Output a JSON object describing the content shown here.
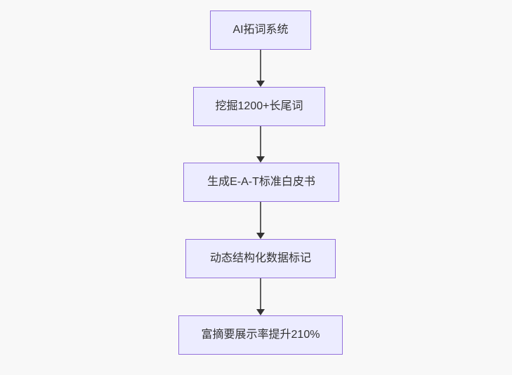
{
  "diagram": {
    "type": "flowchart",
    "direction": "top-down",
    "nodes": [
      {
        "id": "A",
        "label": "AI拓词系统"
      },
      {
        "id": "B",
        "label": "挖掘1200+长尾词"
      },
      {
        "id": "C",
        "label": "生成E-A-T标准白皮书"
      },
      {
        "id": "D",
        "label": "动态结构化数据标记"
      },
      {
        "id": "E",
        "label": "富摘要展示率提升210%"
      }
    ],
    "edges": [
      {
        "from": "A",
        "to": "B",
        "style": "arrow-down"
      },
      {
        "from": "B",
        "to": "C",
        "style": "arrow-down"
      },
      {
        "from": "C",
        "to": "D",
        "style": "arrow-down"
      },
      {
        "from": "D",
        "to": "E",
        "style": "arrow-down"
      }
    ],
    "colors": {
      "background": "#f8f8f8",
      "node_fill": "#ececff",
      "node_border": "#9370db",
      "node_text": "#333333",
      "edge_line": "#5f5f5f",
      "edge_head": "#333333"
    }
  }
}
